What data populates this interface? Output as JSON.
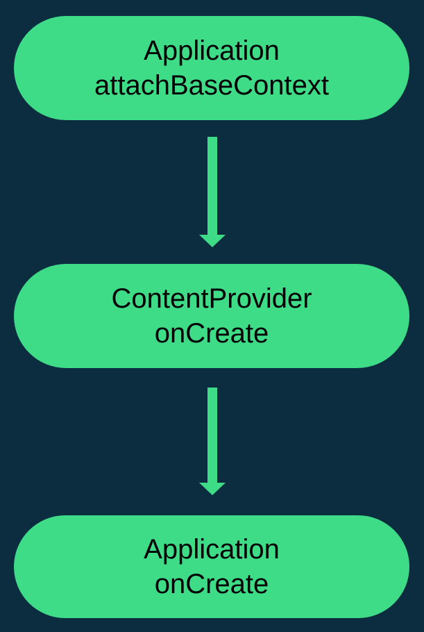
{
  "diagram": {
    "type": "flowchart",
    "direction": "top-down",
    "colors": {
      "background": "#0c2d3f",
      "node_fill": "#3edc86",
      "node_text": "#000000",
      "arrow": "#3edc86"
    },
    "nodes": [
      {
        "id": "application-attachbasecontext",
        "line1": "Application",
        "line2": "attachBaseContext"
      },
      {
        "id": "contentprovider-oncreate",
        "line1": "ContentProvider",
        "line2": "onCreate"
      },
      {
        "id": "application-oncreate",
        "line1": "Application",
        "line2": "onCreate"
      }
    ],
    "edges": [
      {
        "from": "application-attachbasecontext",
        "to": "contentprovider-oncreate"
      },
      {
        "from": "contentprovider-oncreate",
        "to": "application-oncreate"
      }
    ]
  }
}
